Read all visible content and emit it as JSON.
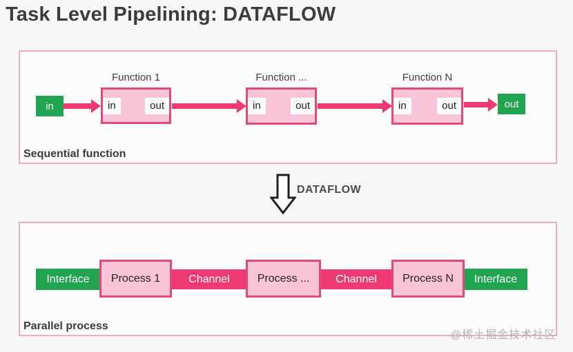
{
  "title": "Task Level Pipelining: DATAFLOW",
  "colors": {
    "accent-pink": "#ee3a72",
    "deep-pink": "#e2487a",
    "light-pink": "#f9c4d7",
    "frame-pink": "#efaac5",
    "green": "#21a450"
  },
  "sequential": {
    "caption": "Sequential function",
    "input": "in",
    "output": "out",
    "functions": [
      {
        "name": "Function 1",
        "in_port": "in",
        "out_port": "out"
      },
      {
        "name": "Function ...",
        "in_port": "in",
        "out_port": "out"
      },
      {
        "name": "Function N",
        "in_port": "in",
        "out_port": "out"
      }
    ]
  },
  "transform_arrow": {
    "label": "DATAFLOW"
  },
  "parallel": {
    "caption": "Parallel process",
    "items": [
      {
        "kind": "interface",
        "label": "Interface"
      },
      {
        "kind": "process",
        "label": "Process 1"
      },
      {
        "kind": "channel",
        "label": "Channel"
      },
      {
        "kind": "process",
        "label": "Process ..."
      },
      {
        "kind": "channel",
        "label": "Channel"
      },
      {
        "kind": "process",
        "label": "Process N"
      },
      {
        "kind": "interface",
        "label": "Interface"
      }
    ]
  },
  "watermark": "@稀土掘金技术社区"
}
